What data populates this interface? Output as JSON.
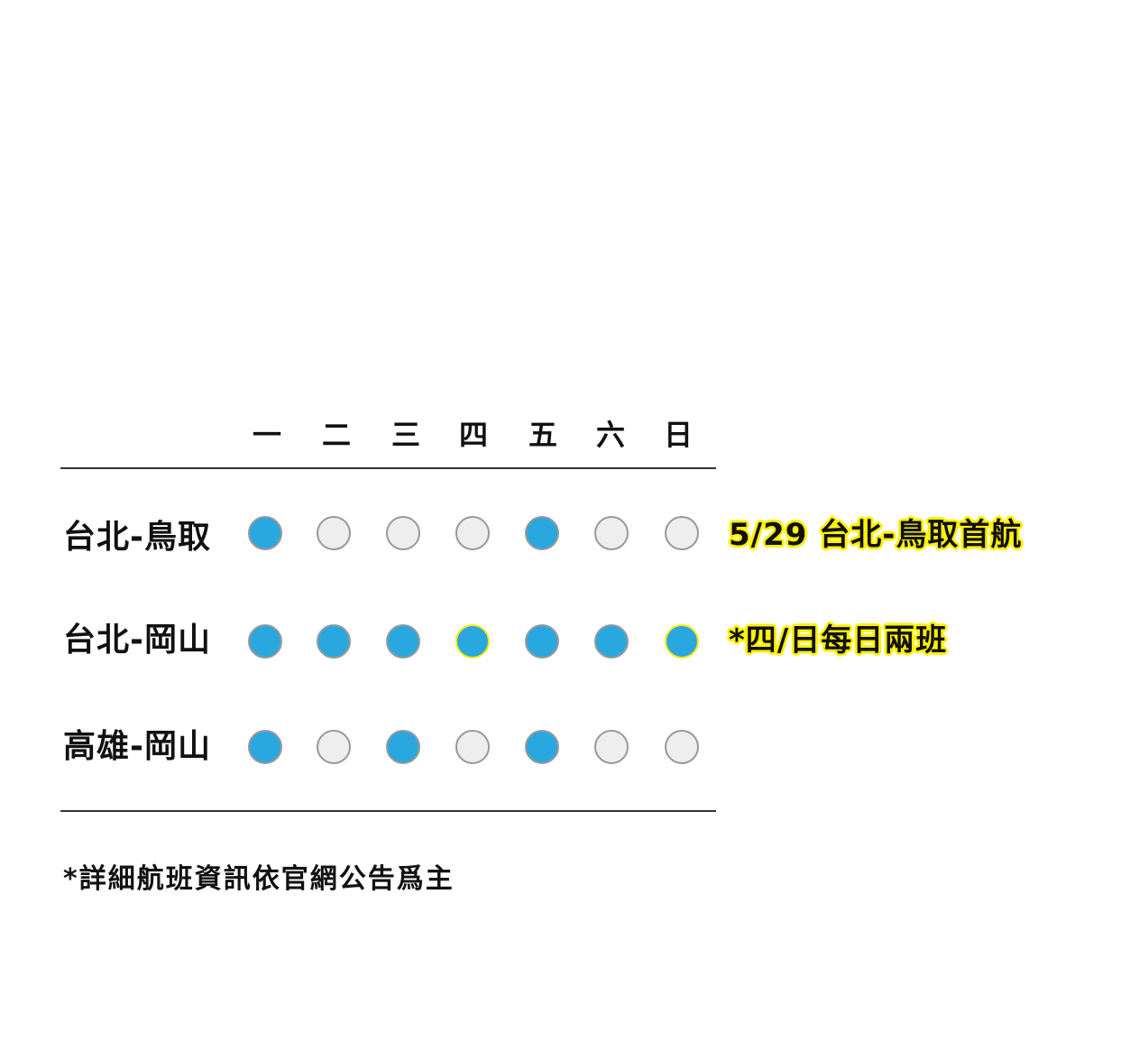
{
  "days": [
    "一",
    "二",
    "三",
    "四",
    "五",
    "六",
    "日"
  ],
  "routes": [
    {
      "name": "台北-鳥取",
      "flights": [
        true,
        false,
        false,
        false,
        true,
        false,
        false
      ],
      "highlight": [
        false,
        false,
        false,
        false,
        false,
        false,
        false
      ],
      "note": "5/29 台北-鳥取首航"
    },
    {
      "name": "台北-岡山",
      "flights": [
        true,
        true,
        true,
        true,
        true,
        true,
        true
      ],
      "highlight": [
        false,
        false,
        false,
        true,
        false,
        false,
        true
      ],
      "note": "*四/日每日兩班"
    },
    {
      "name": "高雄-岡山",
      "flights": [
        true,
        false,
        true,
        false,
        true,
        false,
        false
      ],
      "highlight": [
        false,
        false,
        false,
        false,
        false,
        false,
        false
      ],
      "note": ""
    }
  ],
  "footnote": "*詳細航班資訊依官網公告爲主",
  "colors": {
    "flight": "#29a8e0",
    "no_flight": "#eeeeee",
    "circle_border": "#999999",
    "highlight": "#ffee00"
  }
}
